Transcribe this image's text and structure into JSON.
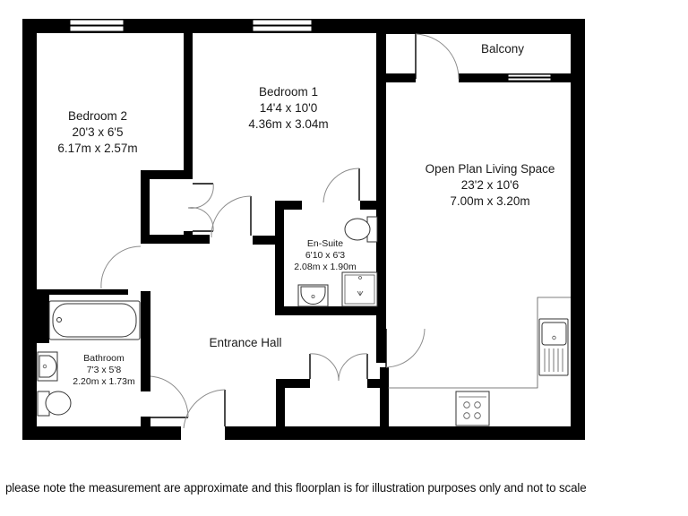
{
  "floorplan": {
    "rooms": [
      {
        "id": "bedroom-2",
        "name": "Bedroom 2",
        "imperial": "20'3 x 6'5",
        "metric": "6.17m x 2.57m"
      },
      {
        "id": "bedroom-1",
        "name": "Bedroom 1",
        "imperial": "14'4 x 10'0",
        "metric": "4.36m x 3.04m"
      },
      {
        "id": "balcony",
        "name": "Balcony"
      },
      {
        "id": "open-plan-living-space",
        "name": "Open Plan Living Space",
        "imperial": "23'2 x 10'6",
        "metric": "7.00m x 3.20m"
      },
      {
        "id": "en-suite",
        "name": "En-Suite",
        "imperial": "6'10 x 6'3",
        "metric": "2.08m x 1.90m"
      },
      {
        "id": "bathroom",
        "name": "Bathroom",
        "imperial": "7'3 x 5'8",
        "metric": "2.20m x 1.73m"
      },
      {
        "id": "entrance-hall",
        "name": "Entrance Hall"
      }
    ],
    "fixtures": [
      "bath",
      "basin",
      "toilet",
      "shower",
      "kitchen-sink",
      "hob"
    ],
    "colors": {
      "walls": "#000000",
      "background": "#ffffff",
      "door_swing": "#8c8c8c"
    }
  },
  "footer": {
    "disclaimer": "please note the measurement are approximate and this floorplan is for illustration purposes only and not to scale"
  }
}
